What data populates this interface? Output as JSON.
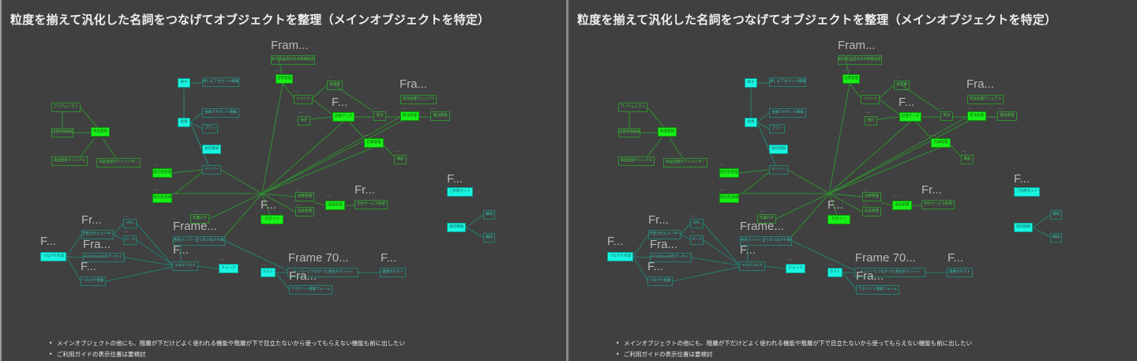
{
  "title": "粒度を揃えて汎化した名詞をつなげてオブジェクトを整理（メインオブジェクトを特定）",
  "ellipsis": "...",
  "frames": {
    "f1": "Fram...",
    "f2": "Fra...",
    "f3": "F...",
    "f4": "Fr...",
    "f5": "F...",
    "f6": "F...",
    "f7": "Frame...",
    "f8": "Fr...",
    "f9": "Fra...",
    "f10": "F...",
    "f11": "F...",
    "f12": "F...",
    "f13": "Frame 70...",
    "f14": "Fra...",
    "f15": "F..."
  },
  "nodes": {
    "item_list": "アイテムリスト",
    "shipping_procedure": "出荷手続情報",
    "product_registration": "商品登録",
    "product_manual": "商品登録マニュアル",
    "product_advisor": "商品登録のアドバイザー",
    "search": "探す",
    "searched_account": "探したアカウント情報",
    "member": "会員",
    "member_account": "会員アカウント情報",
    "plan": "プラン",
    "company_info": "会社情報",
    "members": "メンバー",
    "client_mgmt": "取引先管理",
    "client_detail": "取引先詳細",
    "client_settings": "取引先設定の次の情報設定",
    "shipping_mgmt": "出荷管理",
    "invoice": "請求書",
    "event": "イベント",
    "accounting": "会計",
    "shipping_data": "出荷データ",
    "order": "受注",
    "order_manual": "受注処理マニュアル",
    "order_processing": "受注処理",
    "purchase_mgmt": "発注管理",
    "inventory_mgmt": "在庫管理",
    "inspection": "検品",
    "work_log": "作業ログ",
    "all_members_info": "各社メンバー全てのつながり情報",
    "learned_user": "学習されたユーザー",
    "url": "URL",
    "mail": "メール",
    "connection_create": "つながり作成",
    "smartround_archive": "smartroundのアーカイブ",
    "connection_register": "つながり登録",
    "connected_people": "つながった人",
    "check": "チェック",
    "shipment_mgmt": "出庫管理",
    "return_mgmt": "返品管理",
    "return_proc": "返品処理",
    "agency_service": "代行サービス利用",
    "login": "ログイン",
    "usage_guide": "ご利用ガイド",
    "operation_info": "操作情報",
    "detect1": "検知",
    "detect2": "検知",
    "host": "ホスト",
    "host_members": "メンバーとつながった会社のメンバー",
    "account_form": "アカウント登録フォーム",
    "linked_host": "連携のホスト"
  },
  "notes": [
    "メインオブジェクトの他にも、階層が下だけどよく使われる機能や階層が下で目立たないから使ってもらえない機能も前に出したい",
    "ご利用ガイドの表示位置は要検討"
  ],
  "colors": {
    "background": "#404040",
    "primary_green": "#18f018",
    "primary_cyan": "#19f5e1",
    "edge_green": "#2f8f2f",
    "edge_teal": "#237f72"
  }
}
